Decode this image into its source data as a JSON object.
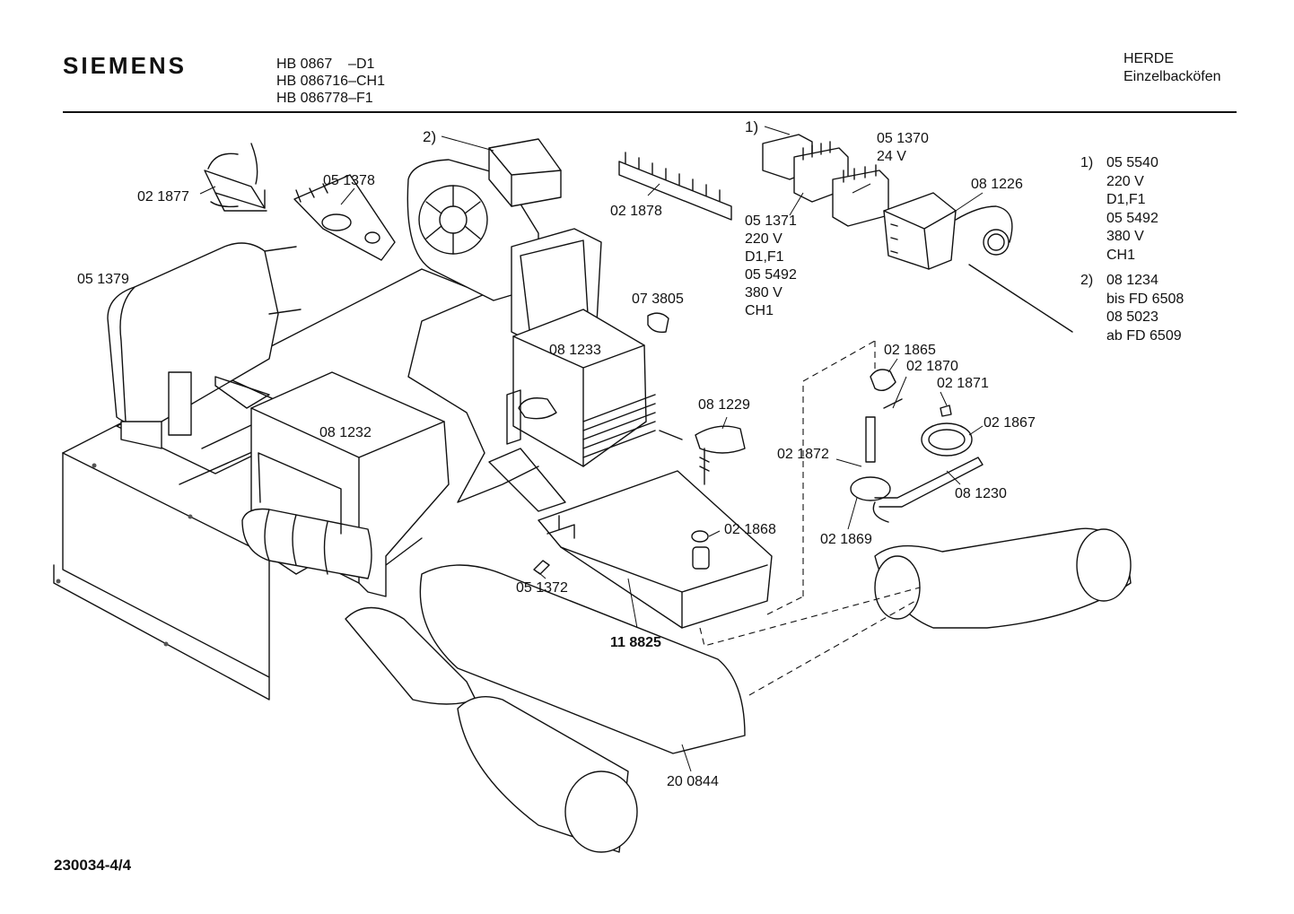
{
  "header": {
    "brand": "SIEMENS",
    "models": [
      "HB 0867    –D1",
      "HB 086716–CH1",
      "HB 086778–F1"
    ],
    "category": "HERDE",
    "subcategory": "Einzelbacköfen"
  },
  "document_number": "230034-4/4",
  "notes": [
    {
      "num": "1)",
      "lines": [
        "05 5540",
        "220 V",
        "D1,F1",
        "05 5492",
        "380 V",
        "CH1"
      ]
    },
    {
      "num": "2)",
      "lines": [
        "08 1234",
        "bis FD 6508",
        "08 5023",
        "ab FD 6509"
      ]
    }
  ],
  "callouts": [
    {
      "id": "ref-2",
      "text": "2)"
    },
    {
      "id": "ref-1",
      "text": "1)"
    },
    {
      "id": "p-021877",
      "text": "02 1877"
    },
    {
      "id": "p-051378",
      "text": "05 1378"
    },
    {
      "id": "p-021878",
      "text": "02 1878"
    },
    {
      "id": "p-051370",
      "text": "05 1370\n24 V"
    },
    {
      "id": "p-081226",
      "text": "08 1226"
    },
    {
      "id": "p-051371",
      "text": "05 1371\n220 V\nD1,F1\n05 5492\n380 V\nCH1"
    },
    {
      "id": "p-051379",
      "text": "05 1379"
    },
    {
      "id": "p-073805",
      "text": "07 3805"
    },
    {
      "id": "p-081233",
      "text": "08 1233"
    },
    {
      "id": "p-021865",
      "text": "02 1865"
    },
    {
      "id": "p-021870",
      "text": "02 1870"
    },
    {
      "id": "p-021871",
      "text": "02 1871"
    },
    {
      "id": "p-081229",
      "text": "08 1229"
    },
    {
      "id": "p-021867",
      "text": "02 1867"
    },
    {
      "id": "p-081232",
      "text": "08 1232"
    },
    {
      "id": "p-021872",
      "text": "02 1872"
    },
    {
      "id": "p-081230",
      "text": "08 1230"
    },
    {
      "id": "p-021868",
      "text": "02 1868"
    },
    {
      "id": "p-021869",
      "text": "02 1869"
    },
    {
      "id": "p-051372",
      "text": "05 1372"
    },
    {
      "id": "p-118825",
      "text": "11 8825"
    },
    {
      "id": "p-200844",
      "text": "20 0844"
    }
  ]
}
